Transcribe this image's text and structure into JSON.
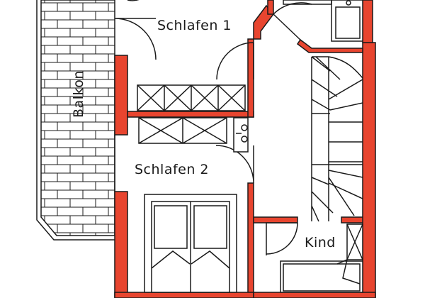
{
  "rooms": {
    "schlafen1": "Schlafen 1",
    "schlafen2": "Schlafen 2",
    "balkon": "Balkon",
    "kind": "Kind"
  },
  "colors": {
    "wall_fill": "#e8452f",
    "line": "#1a1a1a",
    "background": "#ffffff"
  }
}
